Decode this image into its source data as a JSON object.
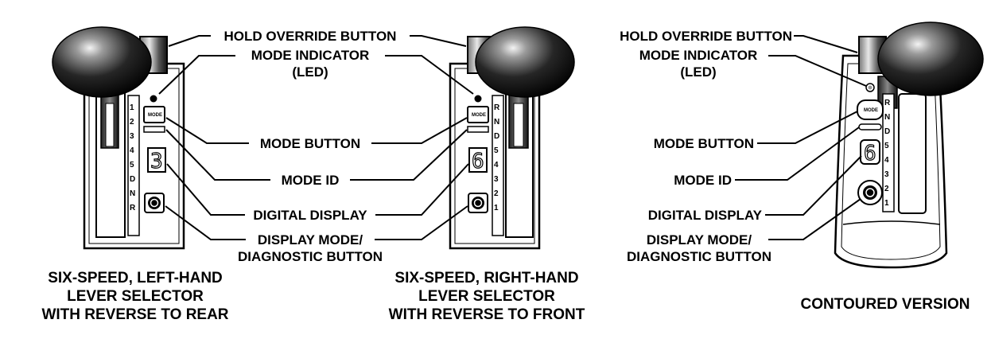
{
  "labels": {
    "hold_override": "HOLD OVERRIDE BUTTON",
    "mode_indicator": "MODE INDICATOR",
    "led": "(LED)",
    "mode_button": "MODE BUTTON",
    "mode_id": "MODE ID",
    "digital_display": "DIGITAL DISPLAY",
    "display_mode_line1": "DISPLAY MODE/",
    "display_mode_line2": "DIAGNOSTIC BUTTON"
  },
  "selectors": {
    "left": {
      "caption": [
        "SIX-SPEED, LEFT-HAND",
        "LEVER SELECTOR",
        "WITH REVERSE TO REAR"
      ],
      "gears": [
        "1",
        "2",
        "3",
        "4",
        "5",
        "D",
        "N",
        "R"
      ],
      "digit": "3",
      "mode_text": "MODE"
    },
    "right": {
      "caption": [
        "SIX-SPEED, RIGHT-HAND",
        "LEVER SELECTOR",
        "WITH REVERSE TO FRONT"
      ],
      "gears": [
        "R",
        "N",
        "D",
        "5",
        "4",
        "3",
        "2",
        "1"
      ],
      "digit": "6",
      "mode_text": "MODE"
    },
    "contoured": {
      "caption": [
        "CONTOURED  VERSION"
      ],
      "gears": [
        "R",
        "N",
        "D",
        "5",
        "4",
        "3",
        "2",
        "1"
      ],
      "digit": "6",
      "mode_text": "MODE"
    }
  }
}
